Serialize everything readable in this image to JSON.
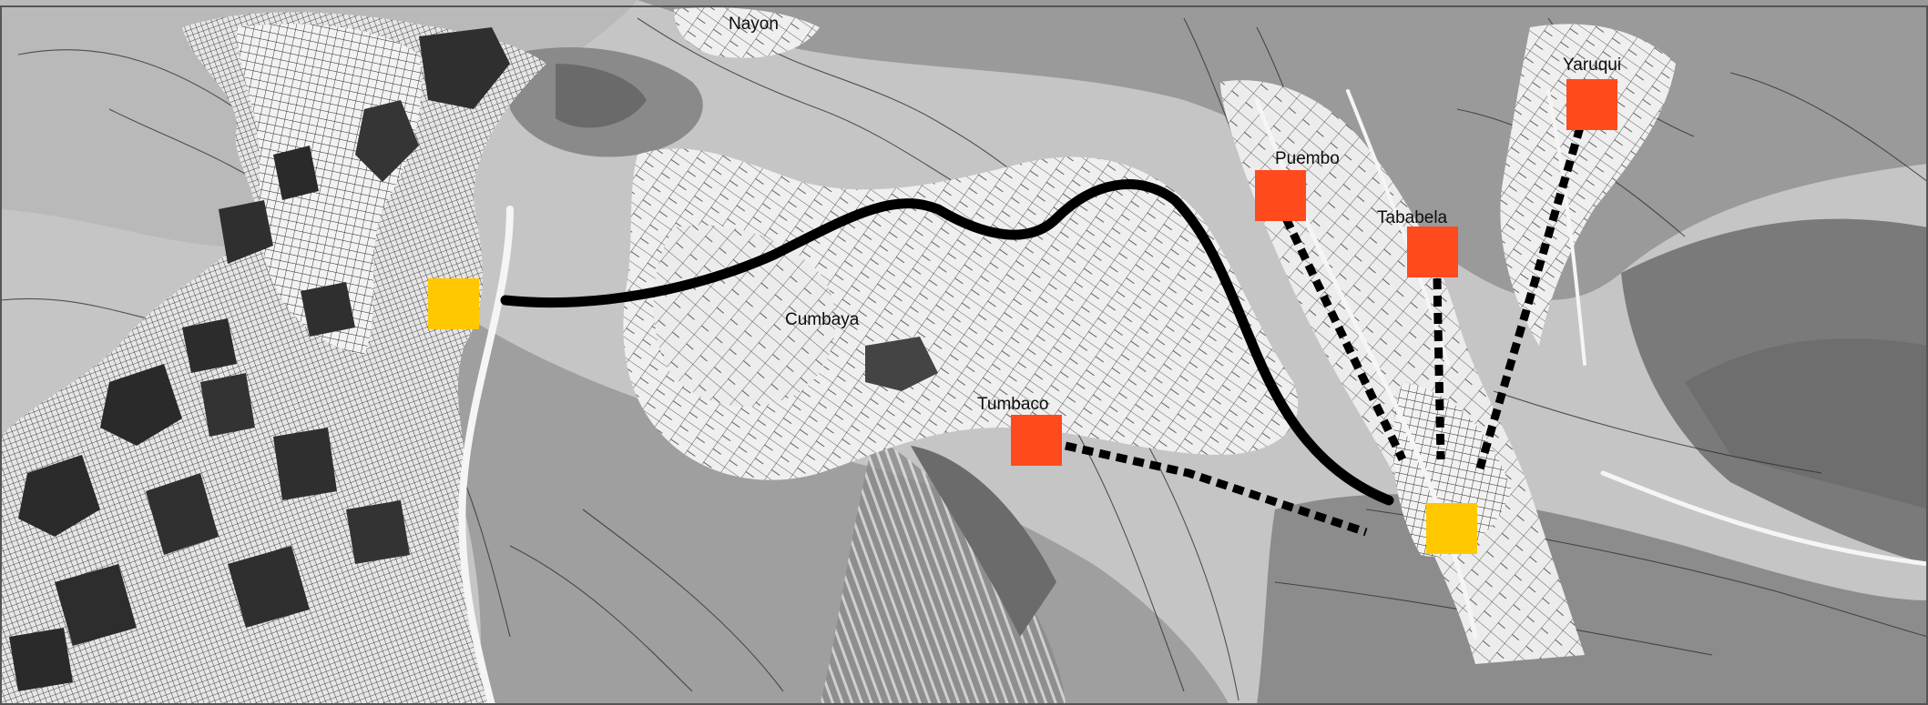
{
  "map": {
    "colors": {
      "frame": "#555555",
      "terrain_light": "#c8c8c8",
      "terrain_mid": "#8f8f8f",
      "terrain_dark": "#6a6a6a",
      "urban": "#f1f1f1",
      "block_dark": "#2f2f2f",
      "route": "#000000",
      "hub_marker": "#ffc800",
      "stop_marker": "#ff4a1e"
    },
    "labels": {
      "nayon": "Nayon",
      "cumbaya": "Cumbaya",
      "tumbaco": "Tumbaco",
      "puembo": "Puembo",
      "tababela": "Tababela",
      "yaruqui": "Yaruqui"
    },
    "markers": {
      "hub_west": "hub",
      "hub_east": "hub",
      "stop_tumbaco": "stop",
      "stop_puembo": "stop",
      "stop_tababela": "stop",
      "stop_yaruqui": "stop"
    },
    "routes": {
      "main_route": "solid",
      "branches": "dotted"
    }
  }
}
